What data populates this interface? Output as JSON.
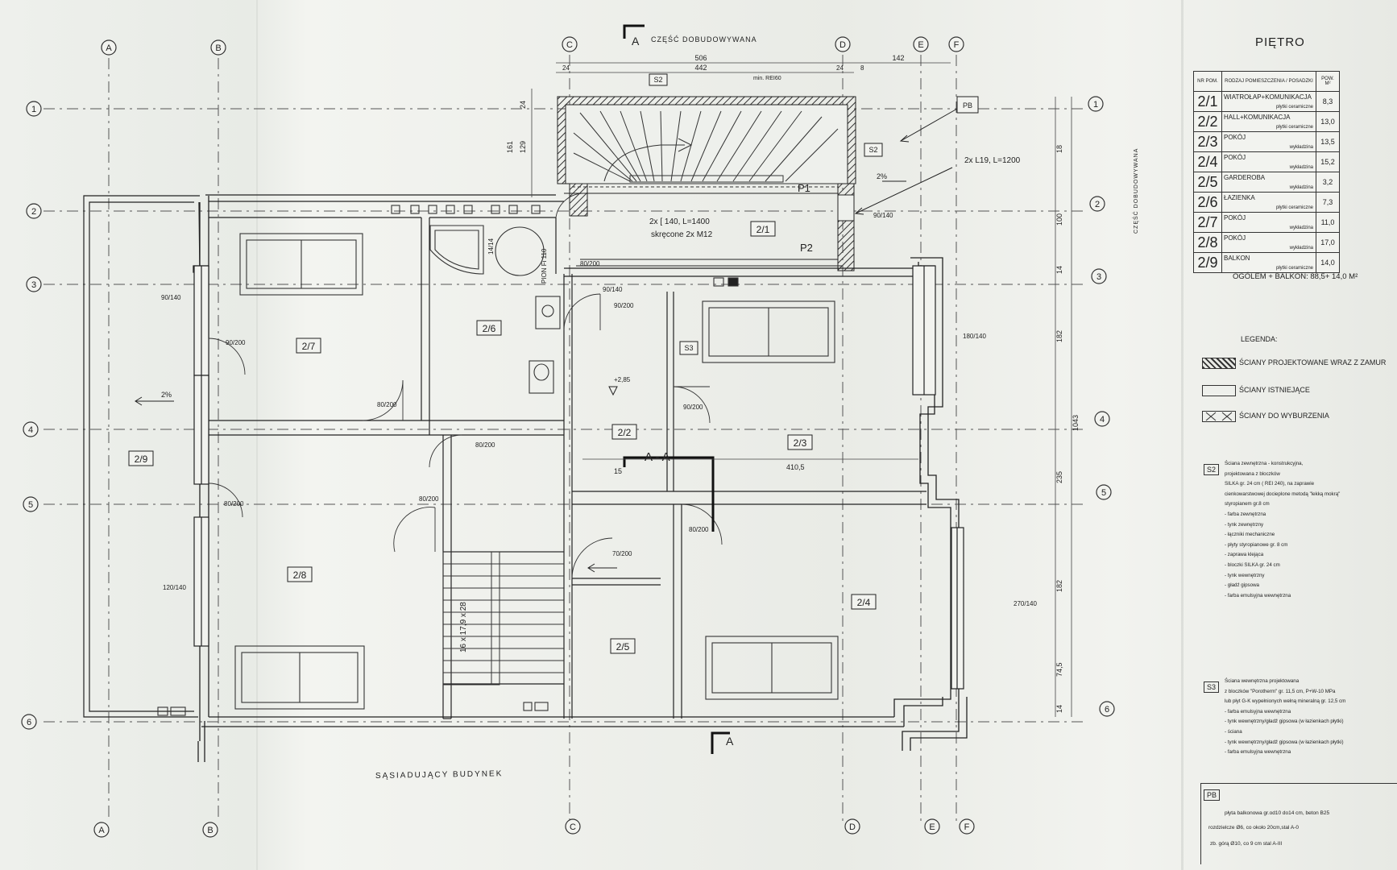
{
  "plan": {
    "axes_letters": [
      "A",
      "B",
      "C",
      "D",
      "E",
      "F"
    ],
    "axes_numbers": [
      "1",
      "2",
      "3",
      "4",
      "5",
      "6"
    ],
    "section_mark": "A",
    "section_cut": "A - A",
    "annex_top": "CZĘŚĆ DOBUDOWYWANA",
    "annex_side": "CZĘŚĆ DOBUDOWYWANA",
    "neighbour": "SĄSIADUJĄCY BUDYNEK",
    "dims_top": [
      "506",
      "442",
      "min. REI60",
      "24",
      "24",
      "8",
      "142"
    ],
    "dims_right": [
      "18",
      "100",
      "14",
      "182",
      "1043",
      "235",
      "182",
      "74,5",
      "14"
    ],
    "dims_left": [
      "24",
      "161",
      "129"
    ],
    "dims_inner": [
      "15",
      "410,5"
    ],
    "rooms": [
      "2/1",
      "2/2",
      "2/3",
      "2/4",
      "2/5",
      "2/6",
      "2/7",
      "2/8",
      "2/9"
    ],
    "wall_tags": [
      "S2",
      "S2",
      "S3"
    ],
    "pb": "PB",
    "beam_p1": "P1",
    "beam_p2": "P2",
    "beam_note_1": "2x L19, L=1200",
    "beam_note_2a": "2x [ 140, L=1400",
    "beam_note_2b": "skręcone 2x M12",
    "slope_left": "2%",
    "slope_right": "2%",
    "level": "+2,85",
    "vent": "PION Fi 110",
    "size_1414": "14/14",
    "windows": [
      "90/140",
      "90/140",
      "180/140",
      "120/140",
      "270/140",
      "90/140"
    ],
    "doors": [
      "80/200",
      "90/200",
      "80/200",
      "90/200",
      "80/200",
      "80/200",
      "70/200",
      "80/200",
      "90/200",
      "80/200"
    ],
    "stair_text": "16 x 17,9 x 28"
  },
  "legend": {
    "title": "PIĘTRO",
    "table_headers": [
      "NR POM.",
      "RODZAJ POMIESZCZENIA / POSADZKI",
      "POW. M²"
    ],
    "rooms": [
      {
        "nr": "2/1",
        "name": "WIATROŁAP+KOMUNIKACJA",
        "floor": "płytki ceramiczne",
        "area": "8,3"
      },
      {
        "nr": "2/2",
        "name": "HALL+KOMUNIKACJA",
        "floor": "płytki ceramiczne",
        "area": "13,0"
      },
      {
        "nr": "2/3",
        "name": "POKÓJ",
        "floor": "wykładzina",
        "area": "13,5"
      },
      {
        "nr": "2/4",
        "name": "POKÓJ",
        "floor": "wykładzina",
        "area": "15,2"
      },
      {
        "nr": "2/5",
        "name": "GARDEROBA",
        "floor": "wykładzina",
        "area": "3,2"
      },
      {
        "nr": "2/6",
        "name": "ŁAZIENKA",
        "floor": "płytki ceramiczne",
        "area": "7,3"
      },
      {
        "nr": "2/7",
        "name": "POKÓJ",
        "floor": "wykładzina",
        "area": "11,0"
      },
      {
        "nr": "2/8",
        "name": "POKÓJ",
        "floor": "wykładzina",
        "area": "17,0"
      },
      {
        "nr": "2/9",
        "name": "BALKON",
        "floor": "płytki ceramiczne",
        "area": "14,0"
      }
    ],
    "total": "OGÓLEM + BALKON: 88,5+ 14,0 M²",
    "legenda_label": "LEGENDA:",
    "legend_items": [
      "ŚCIANY PROJEKTOWANE WRAZ Z ZAMUR",
      "ŚCIANY ISTNIEJĄCE",
      "ŚCIANY DO WYBURZENIA"
    ],
    "s2_tag": "S2",
    "s2_lines": [
      "Ściana zewnętrzna - konstrukcyjna,",
      "projektowana z bloczków",
      "SILKA gr. 24 cm ( REI 240), na zaprawie",
      "cienkowarstwowej docieplone metodą \"lekką mokrą\"",
      "styropianem gr.8 cm",
      "- farba zewnętrzna",
      "- tynk zewnętrzny",
      "- łączniki mechaniczne",
      "- płyty styropianowe gr. 8 cm",
      "- zaprawa klejąca",
      "- bloczki SILKA gr. 24 cm",
      "- tynk wewnętrzny",
      "- gładź gipsowa",
      "- farba emulsyjna wewnętrzna"
    ],
    "s3_tag": "S3",
    "s3_lines": [
      "Ściana wewnętrzna projektowana",
      "z bloczków \"Porotherm\" gr. 11,5 cm, P+W-10 MPa",
      "lub płyt G-K wypełnionych wełną mineralną gr. 12,5 cm",
      "- farba emulsyjna wewnętrzna",
      "- tynk wewnętrzny/gładź gipsowa (w łazienkach płytki)",
      "- ściana",
      "- tynk wewnętrzny/gładź gipsowa (w łazienkach płytki)",
      "- farba emulsyjna wewnętrzna"
    ],
    "pb_tag": "PB",
    "pb_lines": [
      "płyta balkonowa gr.od10 do14 cm, beton B25",
      "rozdzielcze Ø6, co około 20cm,stal A-0",
      "zb. górą Ø10, co 9 cm stal A-III"
    ]
  }
}
